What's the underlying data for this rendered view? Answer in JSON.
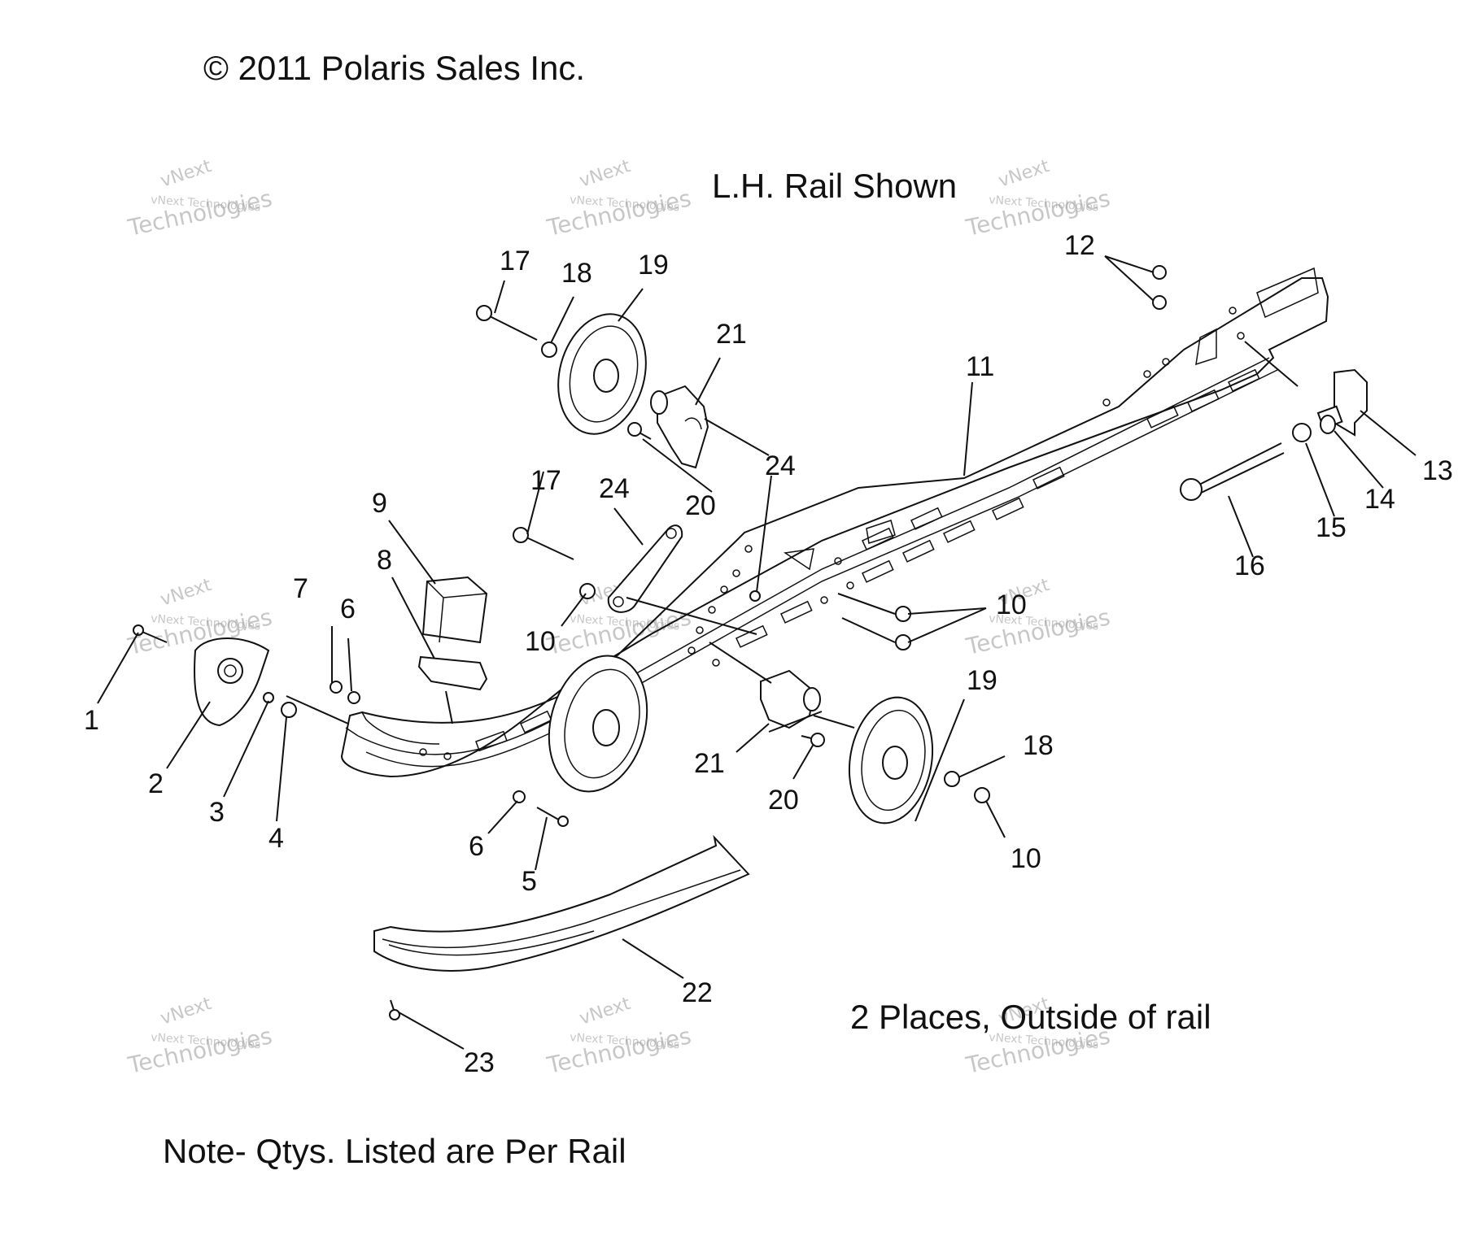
{
  "copyright": "© 2011 Polaris Sales Inc.",
  "header_note": "L.H. Rail Shown",
  "places_note": "2 Places, Outside of rail",
  "qty_note": "Note- Qtys. Listed are Per Rail",
  "watermark": {
    "line1": "vNext",
    "line2": "vNext Technologies",
    "line3": "Technologies"
  },
  "callouts": [
    {
      "id": "c1",
      "label": "1"
    },
    {
      "id": "c2",
      "label": "2"
    },
    {
      "id": "c3",
      "label": "3"
    },
    {
      "id": "c4",
      "label": "4"
    },
    {
      "id": "c5",
      "label": "5"
    },
    {
      "id": "c6a",
      "label": "6"
    },
    {
      "id": "c6b",
      "label": "6"
    },
    {
      "id": "c7",
      "label": "7"
    },
    {
      "id": "c8",
      "label": "8"
    },
    {
      "id": "c9",
      "label": "9"
    },
    {
      "id": "c10a",
      "label": "10"
    },
    {
      "id": "c10b",
      "label": "10"
    },
    {
      "id": "c10c",
      "label": "10"
    },
    {
      "id": "c11",
      "label": "11"
    },
    {
      "id": "c12",
      "label": "12"
    },
    {
      "id": "c13",
      "label": "13"
    },
    {
      "id": "c14",
      "label": "14"
    },
    {
      "id": "c15",
      "label": "15"
    },
    {
      "id": "c16",
      "label": "16"
    },
    {
      "id": "c17a",
      "label": "17"
    },
    {
      "id": "c17b",
      "label": "17"
    },
    {
      "id": "c18a",
      "label": "18"
    },
    {
      "id": "c18b",
      "label": "18"
    },
    {
      "id": "c19a",
      "label": "19"
    },
    {
      "id": "c19b",
      "label": "19"
    },
    {
      "id": "c20a",
      "label": "20"
    },
    {
      "id": "c20b",
      "label": "20"
    },
    {
      "id": "c21a",
      "label": "21"
    },
    {
      "id": "c21b",
      "label": "21"
    },
    {
      "id": "c22",
      "label": "22"
    },
    {
      "id": "c23",
      "label": "23"
    },
    {
      "id": "c24a",
      "label": "24"
    },
    {
      "id": "c24b",
      "label": "24"
    }
  ]
}
